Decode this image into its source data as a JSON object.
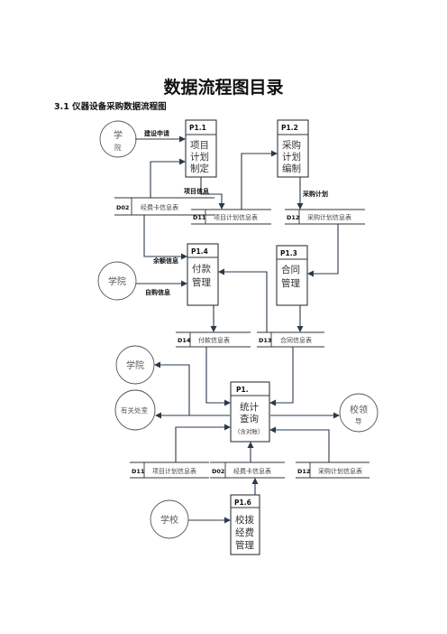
{
  "title": "数据流程图目录",
  "subtitle": "3.1 仪器设备采购数据流程图",
  "processes": {
    "p11": {
      "id": "P1.1",
      "line1": "项目",
      "line2": "计划",
      "line3": "制定"
    },
    "p12": {
      "id": "P1.2",
      "line1": "采购",
      "line2": "计划",
      "line3": "编制"
    },
    "p14": {
      "id": "P1.4",
      "line1": "付款",
      "line2": "管理"
    },
    "p13": {
      "id": "P1.3",
      "line1": "合同",
      "line2": "管理"
    },
    "p1": {
      "id": "P1.",
      "line1": "统计",
      "line2": "查询",
      "line3": "（含对账）"
    },
    "p16": {
      "id": "P1.6",
      "line1": "校拨",
      "line2": "经费",
      "line3": "管理"
    }
  },
  "entities": {
    "college1": {
      "line1": "学",
      "line2": "院"
    },
    "college2": "学院",
    "college3": "学院",
    "dept": "有关处室",
    "leader": {
      "line1": "校领",
      "line2": "导"
    },
    "school": "学校"
  },
  "datastores": {
    "d02a": {
      "id": "D02",
      "name": "经费卡信息表"
    },
    "d11a": {
      "id": "D11",
      "name": "项目计划信息表"
    },
    "d12a": {
      "id": "D12",
      "name": "采购计划信息表"
    },
    "d14": {
      "id": "D14",
      "name": "付款信息表"
    },
    "d13": {
      "id": "D13",
      "name": "合同信息表"
    },
    "d11b": {
      "id": "D11",
      "name": "项目计划信息表"
    },
    "d02b": {
      "id": "D02",
      "name": "经费卡信息表"
    },
    "d12b": {
      "id": "D12",
      "name": "采购计划信息表"
    }
  },
  "flows": {
    "build_request": "建设申请",
    "project_info": "项目信息",
    "purchase_plan": "采购计划",
    "balance_info": "余额信息",
    "self_purchase": "自购信息"
  }
}
